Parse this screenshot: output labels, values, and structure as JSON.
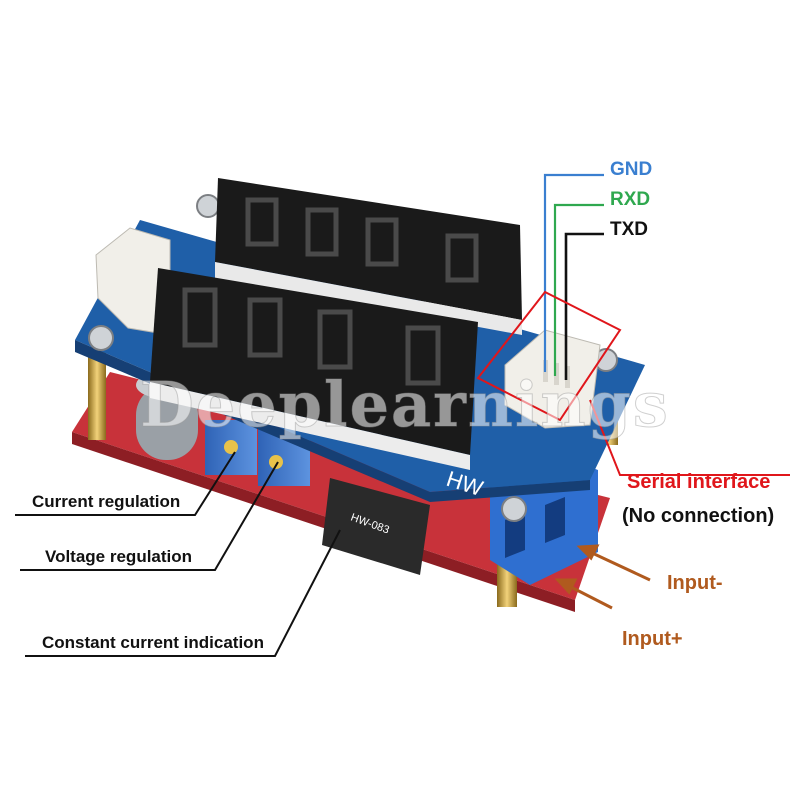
{
  "pins": {
    "gnd": "GND",
    "rxd": "RXD",
    "txd": "TXD"
  },
  "callouts": {
    "serial_interface": "Serial interface",
    "no_connection": "(No connection)",
    "input_minus": "Input-",
    "input_plus": "Input+",
    "current_regulation": "Current regulation",
    "voltage_regulation": "Voltage regulation",
    "constant_current_indication": "Constant current indication"
  },
  "board": {
    "silkscreen_logo": "HW",
    "model": "HW-083"
  },
  "watermark": "Deeplearnings",
  "colors": {
    "gnd": "#3a7fd0",
    "rxd": "#2fa84f",
    "txd": "#111111",
    "serial_highlight": "#e0161b",
    "input_arrows": "#b05a1e",
    "pcb_top": "#1f5fa8",
    "pcb_bottom": "#c8323a",
    "display": "#1a1a1a",
    "segment_off": "#4a4a4a"
  }
}
